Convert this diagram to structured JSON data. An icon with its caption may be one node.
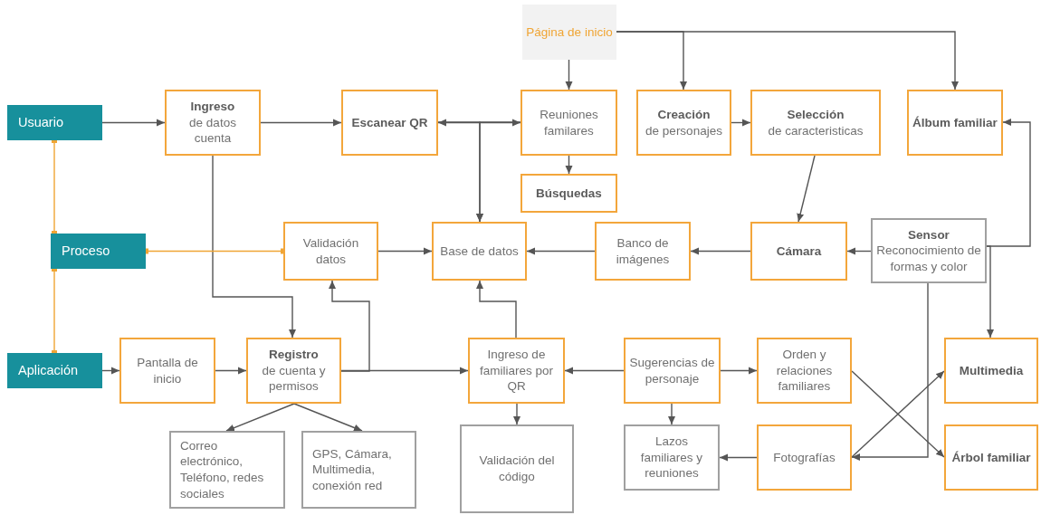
{
  "diagram": {
    "nodes": [
      {
        "text": [
          "Usuario"
        ]
      },
      {
        "text": [
          "Proceso"
        ]
      },
      {
        "text": [
          "Aplicación"
        ]
      },
      {
        "text": [
          "Página de inicio"
        ]
      },
      {
        "text": [
          "Ingreso",
          "de datos cuenta"
        ]
      },
      {
        "text": [
          "Escanear QR"
        ]
      },
      {
        "text": [
          "Reuniones familares"
        ]
      },
      {
        "text": [
          "Búsquedas"
        ]
      },
      {
        "text": [
          "Creación",
          "de personajes"
        ]
      },
      {
        "text": [
          "Selección",
          "de caracteristicas"
        ]
      },
      {
        "text": [
          "Álbum familiar"
        ]
      },
      {
        "text": [
          "Validación datos"
        ]
      },
      {
        "text": [
          "Base de datos"
        ]
      },
      {
        "text": [
          "Banco de imágenes"
        ]
      },
      {
        "text": [
          "Cámara"
        ]
      },
      {
        "text": [
          "Sensor",
          "Reconocimiento de formas y color"
        ]
      },
      {
        "text": [
          "Pantalla de inicio"
        ]
      },
      {
        "text": [
          "Registro",
          "de cuenta y permisos"
        ]
      },
      {
        "text": [
          "Correo electrónico, Teléfono, redes sociales"
        ]
      },
      {
        "text": [
          "GPS, Cámara, Multimedia, conexión red"
        ]
      },
      {
        "text": [
          "Ingreso de familiares por QR"
        ]
      },
      {
        "text": [
          "Validación del código"
        ]
      },
      {
        "text": [
          "Sugerencias de personaje"
        ]
      },
      {
        "text": [
          "Orden y relaciones familiares"
        ]
      },
      {
        "text": [
          "Multimedia"
        ]
      },
      {
        "text": [
          "Lazos familiares y reuniones"
        ]
      },
      {
        "text": [
          "Fotografías"
        ]
      },
      {
        "text": [
          "Árbol familiar"
        ]
      }
    ],
    "edges": [
      {
        "from": 0,
        "to": 4,
        "arrow": "to"
      },
      {
        "from": 4,
        "to": 5,
        "arrow": "to"
      },
      {
        "from": 5,
        "to": 6,
        "arrow": "both"
      },
      {
        "from": 5,
        "to": 12,
        "arrow": "to"
      },
      {
        "from": 6,
        "to": 12,
        "arrow": "to"
      },
      {
        "from": 3,
        "to": 6,
        "arrow": "to"
      },
      {
        "from": 3,
        "to": 8,
        "arrow": "to"
      },
      {
        "from": 3,
        "to": 10,
        "arrow": "to"
      },
      {
        "from": 6,
        "to": 7,
        "arrow": "to"
      },
      {
        "from": 8,
        "to": 9,
        "arrow": "to"
      },
      {
        "from": 9,
        "to": 14,
        "arrow": "to"
      },
      {
        "from": 15,
        "to": 14,
        "arrow": "to"
      },
      {
        "from": 14,
        "to": 13,
        "arrow": "to"
      },
      {
        "from": 13,
        "to": 12,
        "arrow": "to"
      },
      {
        "from": 11,
        "to": 12,
        "arrow": "to"
      },
      {
        "from": 4,
        "to": 17,
        "arrow": "to"
      },
      {
        "from": 1,
        "to": 11,
        "arrow": "other",
        "color": "#f0a534"
      },
      {
        "from": 0,
        "to": 1,
        "arrow": "other",
        "color": "#f0a534"
      },
      {
        "from": 1,
        "to": 2,
        "arrow": "other",
        "color": "#f0a534"
      },
      {
        "from": 2,
        "to": 16,
        "arrow": "to"
      },
      {
        "from": 16,
        "to": 17,
        "arrow": "to"
      },
      {
        "from": 17,
        "to": 20,
        "arrow": "to"
      },
      {
        "from": 17,
        "to": 11,
        "arrow": "to"
      },
      {
        "from": 20,
        "to": 12,
        "arrow": "to"
      },
      {
        "from": 20,
        "to": 21,
        "arrow": "to"
      },
      {
        "from": 22,
        "to": 20,
        "arrow": "to"
      },
      {
        "from": 22,
        "to": 23,
        "arrow": "to"
      },
      {
        "from": 22,
        "to": 25,
        "arrow": "to"
      },
      {
        "from": 26,
        "to": 25,
        "arrow": "to"
      },
      {
        "from": 23,
        "to": 27,
        "arrow": "to"
      },
      {
        "from": 26,
        "to": 24,
        "arrow": "to"
      },
      {
        "from": 15,
        "to": 26,
        "arrow": "to"
      },
      {
        "from": 15,
        "to": 10,
        "arrow": "to"
      },
      {
        "from": 15,
        "to": 24,
        "arrow": "to"
      },
      {
        "from": 17,
        "to": 18,
        "arrow": "to"
      },
      {
        "from": 17,
        "to": 19,
        "arrow": "to"
      }
    ]
  }
}
